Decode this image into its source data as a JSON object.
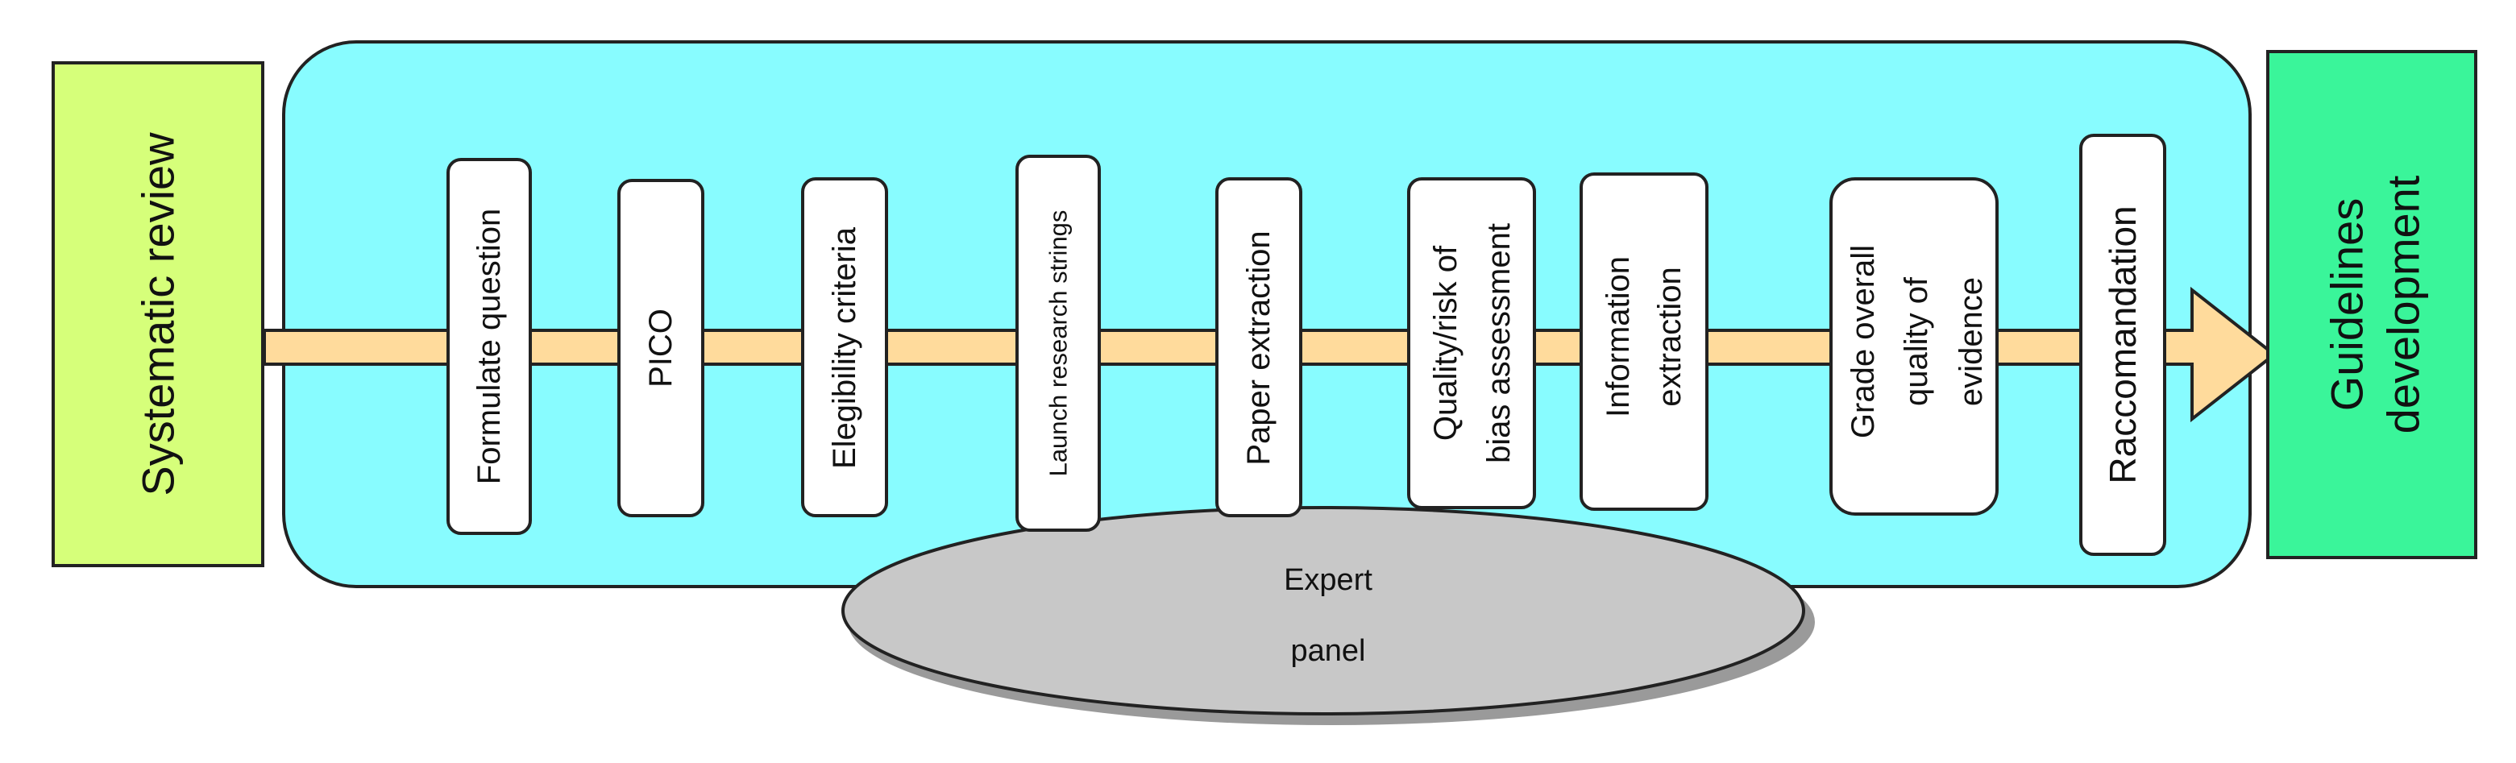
{
  "diagram": {
    "left_box": {
      "label": "Systematic review"
    },
    "right_box": {
      "label": "Guidelines development"
    },
    "steps": [
      {
        "label": "Formulate question"
      },
      {
        "label": "PICO"
      },
      {
        "label": "Elegibility criteria"
      },
      {
        "label": "Launch research strings"
      },
      {
        "label": "Paper extraction"
      },
      {
        "label": "Quality/risk of bias assessment"
      },
      {
        "label": "Information extraction"
      },
      {
        "label": "Grade overall quality of evidence"
      },
      {
        "label": "Raccomandation"
      }
    ],
    "expert_panel": {
      "label": "Expert panel"
    },
    "colors": {
      "left_box": "#d6ff7a",
      "right_box": "#3af59a",
      "process_container": "#88fcff",
      "arrow": "#ffdb9c",
      "step_box": "#ffffff",
      "ellipse": "#c8c8c8",
      "ellipse_shadow": "#9a9a9a",
      "stroke": "#222222"
    }
  }
}
